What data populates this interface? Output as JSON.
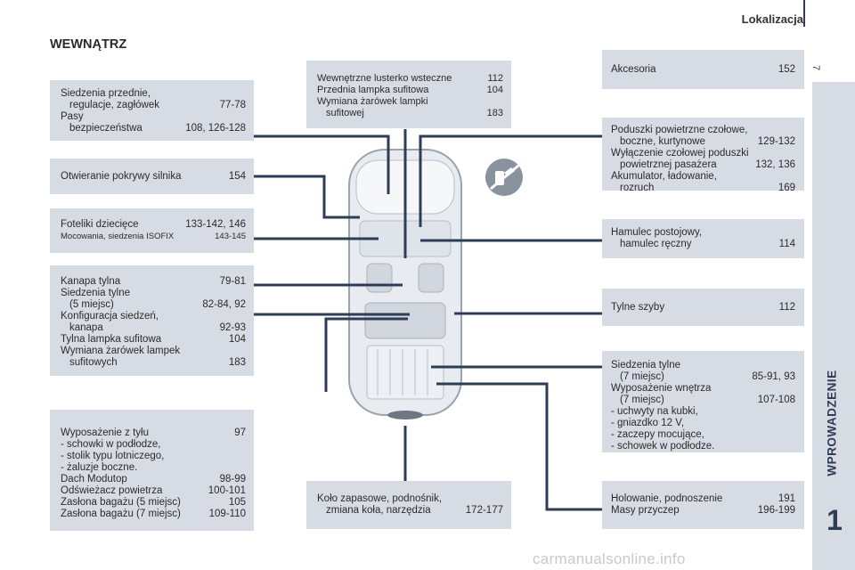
{
  "header": {
    "title": "Lokalizacja",
    "page_number": "7"
  },
  "section_title": "WEWNĄTRZ",
  "sidebar": {
    "chapter_title": "WPROWADZENIE",
    "chapter_number": "1"
  },
  "left_boxes": {
    "front_seats": {
      "l1": "Siedzenia przednie,",
      "l2": "regulacje, zagłówek",
      "p2": "77-78",
      "l3": "Pasy",
      "l4": "bezpieczeństwa",
      "p4": "108, 126-128"
    },
    "bonnet": {
      "l1": "Otwieranie pokrywy silnika",
      "p1": "154"
    },
    "child_seats": {
      "l1": "Foteliki dziecięce",
      "p1": "133-142, 146",
      "l2": "Mocowania, siedzenia ISOFIX",
      "p2": "143-145"
    },
    "rear_bench": {
      "l1": "Kanapa tylna",
      "p1": "79-81",
      "l2": "Siedzenia tylne",
      "l3": "(5 miejsc)",
      "p3": "82-84, 92",
      "l4": "Konfiguracja siedzeń,",
      "l5": "kanapa",
      "p5": "92-93",
      "l6": "Tylna lampka sufitowa",
      "p6": "104",
      "l7": "Wymiana żarówek lampek",
      "l8": "sufitowych",
      "p8": "183"
    },
    "rear_equipment": {
      "l1": "Wyposażenie z tyłu",
      "p1": "97",
      "l2": "-  schowki w podłodze,",
      "l3": "-  stolik typu lotniczego,",
      "l4": "-  żaluzje boczne.",
      "l5": "Dach Modutop",
      "p5": "98-99",
      "l6": "Odświeżacz powietrza",
      "p6": "100-101",
      "l7": "Zasłona bagażu (5 miejsc)",
      "p7": "105",
      "l8": "Zasłona bagażu (7 miejsc)",
      "p8": "109-110"
    }
  },
  "center_boxes": {
    "mirror": {
      "l1": "Wewnętrzne lusterko wsteczne",
      "p1": "112",
      "l2": "Przednia lampka sufitowa",
      "p2": "104",
      "l3": "Wymiana żarówek lampki",
      "l4": "sufitowej",
      "p4": "183"
    },
    "spare_wheel": {
      "l1": "Koło zapasowe, podnośnik,",
      "l2": "zmiana koła, narzędzia",
      "p2": "172-177"
    }
  },
  "right_boxes": {
    "accessories": {
      "l1": "Akcesoria",
      "p1": "152"
    },
    "airbags": {
      "l1": "Poduszki powietrzne czołowe,",
      "l2": "boczne, kurtynowe",
      "p2": "129-132",
      "l3": "Wyłączenie czołowej poduszki",
      "l4": "powietrznej pasażera",
      "p4": "132, 136",
      "l5": "Akumulator, ładowanie,",
      "l6": "rozruch",
      "p6": "169"
    },
    "parking_brake": {
      "l1": "Hamulec postojowy,",
      "l2": "hamulec ręczny",
      "p2": "114"
    },
    "rear_windows": {
      "l1": "Tylne szyby",
      "p1": "112"
    },
    "rear_seats_7": {
      "l1": "Siedzenia tylne",
      "l2": "(7 miejsc)",
      "p2": "85-91, 93",
      "l3": "Wyposażenie wnętrza",
      "l4": "(7 miejsc)",
      "p4": "107-108",
      "l5": "-  uchwyty na kubki,",
      "l6": "-  gniazdko 12 V,",
      "l7": "-  zaczepy mocujące,",
      "l8": "-  schowek w podłodze."
    },
    "towing": {
      "l1": "Holowanie, podnoszenie",
      "p1": "191",
      "l2": "Masy przyczep",
      "p2": "196-199"
    }
  },
  "icons": {
    "no_smoking_icon": "fuel-nozzle-prohibited",
    "car_diagram": "car-top-view"
  },
  "watermark": "carmanualsonline.info",
  "colors": {
    "box_bg": "#d7dbe3",
    "line": "#2e3d55",
    "text": "#2b2b2b"
  }
}
